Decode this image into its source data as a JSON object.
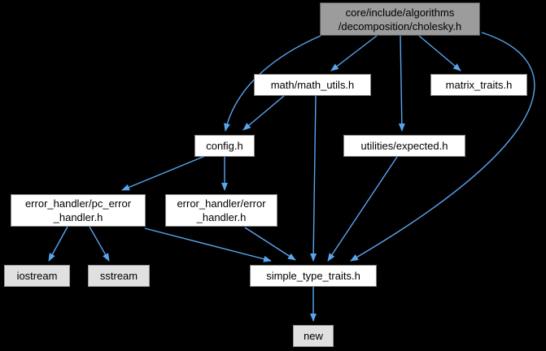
{
  "diagram": {
    "type": "include-dependency-graph",
    "colors": {
      "background": "#000000",
      "edge": "#58a6f0",
      "node_fill": "#ffffff",
      "node_border": "#848484",
      "current_node_fill": "#9c9c9c",
      "current_node_border": "#545454",
      "system_node_fill": "#e0e0e0",
      "system_node_border": "#989898",
      "text": "#000000"
    },
    "nodes": {
      "cholesky": {
        "line1": "core/include/algorithms",
        "line2": "/decomposition/cholesky.h",
        "kind": "current"
      },
      "math_utils": {
        "label": "math/math_utils.h",
        "kind": "header"
      },
      "matrix_traits": {
        "label": "matrix_traits.h",
        "kind": "header"
      },
      "config": {
        "label": "config.h",
        "kind": "header"
      },
      "expected": {
        "label": "utilities/expected.h",
        "kind": "header"
      },
      "pc_error_handler": {
        "line1": "error_handler/pc_error",
        "line2": "_handler.h",
        "kind": "header"
      },
      "error_handler": {
        "line1": "error_handler/error",
        "line2": "_handler.h",
        "kind": "header"
      },
      "iostream": {
        "label": "iostream",
        "kind": "system"
      },
      "sstream": {
        "label": "sstream",
        "kind": "system"
      },
      "simple_type_traits": {
        "label": "simple_type_traits.h",
        "kind": "header"
      },
      "new": {
        "label": "new",
        "kind": "system"
      }
    },
    "edges": [
      {
        "from": "cholesky",
        "to": "math_utils"
      },
      {
        "from": "cholesky",
        "to": "config"
      },
      {
        "from": "cholesky",
        "to": "expected"
      },
      {
        "from": "cholesky",
        "to": "matrix_traits"
      },
      {
        "from": "cholesky",
        "to": "simple_type_traits"
      },
      {
        "from": "math_utils",
        "to": "config"
      },
      {
        "from": "math_utils",
        "to": "simple_type_traits"
      },
      {
        "from": "config",
        "to": "pc_error_handler"
      },
      {
        "from": "config",
        "to": "error_handler"
      },
      {
        "from": "expected",
        "to": "simple_type_traits"
      },
      {
        "from": "pc_error_handler",
        "to": "iostream"
      },
      {
        "from": "pc_error_handler",
        "to": "sstream"
      },
      {
        "from": "pc_error_handler",
        "to": "simple_type_traits"
      },
      {
        "from": "error_handler",
        "to": "simple_type_traits"
      },
      {
        "from": "simple_type_traits",
        "to": "new"
      }
    ]
  }
}
